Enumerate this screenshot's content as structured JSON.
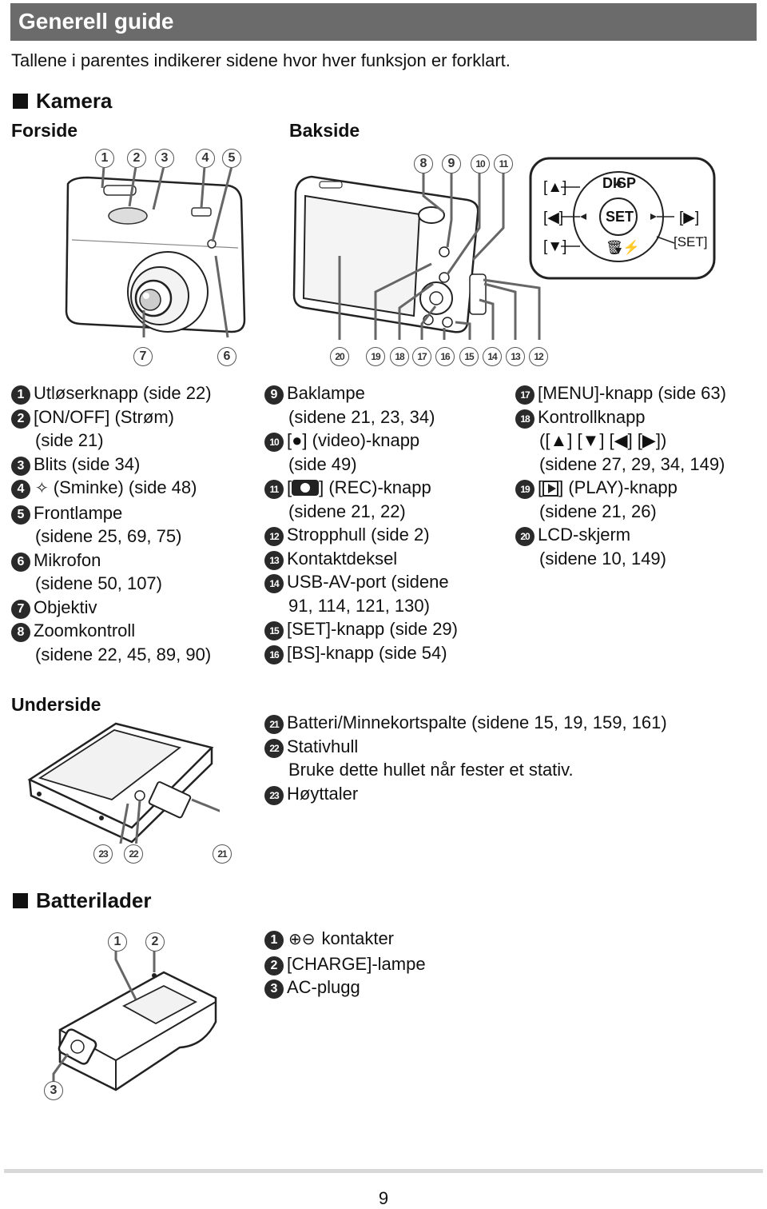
{
  "header": {
    "title": "Generell guide"
  },
  "intro": "Tallene i parentes indikerer sidene hvor hver funksjon er forklart.",
  "camera": {
    "title": "Kamera",
    "front_label": "Forside",
    "back_label": "Bakside",
    "bottom_label": "Underside",
    "dial": {
      "up": "[▲]",
      "left": "[◀]",
      "down": "[▼]",
      "right": "[▶]",
      "disp": "DISP",
      "set": "SET",
      "set_bracket": "[SET]"
    },
    "col1": [
      {
        "n": "1",
        "lines": [
          "Utløserknapp (side 22)"
        ]
      },
      {
        "n": "2",
        "lines": [
          "[ON/OFF] (Strøm)",
          "(side 21)"
        ]
      },
      {
        "n": "3",
        "lines": [
          "Blits (side 34)"
        ]
      },
      {
        "n": "4",
        "lines": [
          "(Sminke) (side 48)"
        ]
      },
      {
        "n": "5",
        "lines": [
          "Frontlampe",
          "(sidene 25, 69, 75)"
        ]
      },
      {
        "n": "6",
        "lines": [
          "Mikrofon",
          "(sidene 50, 107)"
        ]
      },
      {
        "n": "7",
        "lines": [
          "Objektiv"
        ]
      },
      {
        "n": "8",
        "lines": [
          "Zoomkontroll",
          "(sidene 22, 45, 89, 90)"
        ]
      }
    ],
    "col2": [
      {
        "n": "9",
        "lines": [
          "Baklampe",
          "(sidene 21, 23, 34)"
        ]
      },
      {
        "n": "10",
        "lines": [
          "] (video)-knapp",
          "(side 49)"
        ]
      },
      {
        "n": "11",
        "lines": [
          "] (REC)-knapp",
          "(sidene 21, 22)"
        ]
      },
      {
        "n": "12",
        "lines": [
          "Stropphull (side 2)"
        ]
      },
      {
        "n": "13",
        "lines": [
          "Kontaktdeksel"
        ]
      },
      {
        "n": "14",
        "lines": [
          "USB-AV-port (sidene",
          "91, 114, 121, 130)"
        ]
      },
      {
        "n": "15",
        "lines": [
          "[SET]-knapp (side 29)"
        ]
      },
      {
        "n": "16",
        "lines": [
          "[BS]-knapp (side 54)"
        ]
      }
    ],
    "col3": [
      {
        "n": "17",
        "lines": [
          "[MENU]-knapp (side 63)"
        ]
      },
      {
        "n": "18",
        "lines": [
          "Kontrollknapp",
          "([▲] [▼] [◀] [▶])",
          "(sidene 27, 29, 34, 149)"
        ]
      },
      {
        "n": "19",
        "lines": [
          "] (PLAY)-knapp",
          "(sidene 21, 26)"
        ]
      },
      {
        "n": "20",
        "lines": [
          "LCD-skjerm",
          "(sidene 10, 149)"
        ]
      }
    ],
    "bottom_items": [
      {
        "n": "21",
        "lines": [
          "Batteri/Minnekortspalte (sidene 15, 19, 159, 161)"
        ]
      },
      {
        "n": "22",
        "lines": [
          "Stativhull",
          "Bruke dette hullet når fester et stativ."
        ]
      },
      {
        "n": "23",
        "lines": [
          "Høyttaler"
        ]
      }
    ],
    "front_callouts_top": [
      "1",
      "2",
      "3",
      "4",
      "5"
    ],
    "front_callouts_bottom": [
      "7",
      "6"
    ],
    "back_callouts_top": [
      "8",
      "9",
      "10",
      "11"
    ],
    "back_callouts_bottom": [
      "20",
      "19",
      "18",
      "17",
      "16",
      "15",
      "14",
      "13",
      "12"
    ],
    "bottom_callouts": [
      "23",
      "22",
      "21"
    ]
  },
  "charger": {
    "title": "Batterilader",
    "items": [
      {
        "n": "1",
        "text": "kontakter"
      },
      {
        "n": "2",
        "text": "[CHARGE]-lampe"
      },
      {
        "n": "3",
        "text": "AC-plugg"
      }
    ],
    "callouts_top": [
      "1",
      "2"
    ],
    "callout_bottom": "3"
  },
  "page_number": "9"
}
